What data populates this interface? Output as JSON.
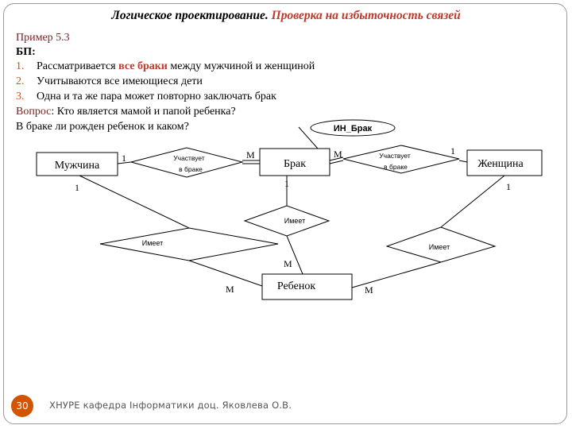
{
  "title": {
    "plain": "Логическое проектирование.",
    "highlight": "Проверка на избыточность связей"
  },
  "example": "Пример 5.3",
  "bp_label": "БП:",
  "list": [
    {
      "num": "1.",
      "pre": "Рассматривается ",
      "red": "все браки",
      "post": " между мужчиной и женщиной"
    },
    {
      "num": "2.",
      "pre": "Учитываются все имеющиеся дети",
      "red": "",
      "post": ""
    },
    {
      "num": "3.",
      "pre": "Одна и та же пара может повторно заключать брак",
      "red": "",
      "post": ""
    }
  ],
  "question": {
    "label": "Вопрос",
    "text": ": Кто является мамой и папой ребенка?"
  },
  "question2": "В браке ли рожден ребенок и каком?",
  "diagram": {
    "entities": {
      "man": "Мужчина",
      "marriage": "Брак",
      "woman": "Женщина",
      "child": "Ребенок"
    },
    "key_attr": "ИН_Брак",
    "relations": {
      "man_marriage_line1": "Участвует",
      "man_marriage_line2": "в браке",
      "woman_marriage_line1": "Участвует",
      "woman_marriage_line2": "в браке",
      "marriage_child": "Имеет",
      "man_child": "Имеет",
      "woman_child": "Имеет"
    },
    "cardinalities": {
      "man_rel": "1",
      "rel_marriage_left": "M",
      "marriage_rel_right": "M",
      "rel_woman": "1",
      "man_down": "1",
      "woman_down": "1",
      "marriage_down": "1",
      "child_top": "M",
      "child_left": "M",
      "child_right": "M"
    }
  },
  "footer": "ХНУРЕ кафедра Інформатики доц. Яковлева О.В.",
  "page_number": "30"
}
